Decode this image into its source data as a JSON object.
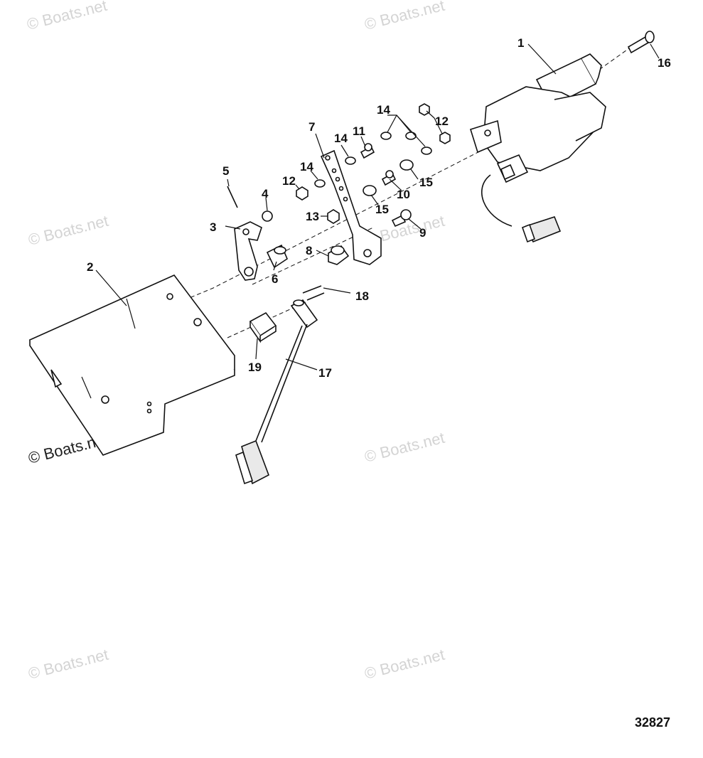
{
  "watermark_text": "© Boats.net",
  "figure_number": "32827",
  "callouts": {
    "c1": "1",
    "c2": "2",
    "c3": "3",
    "c4": "4",
    "c5": "5",
    "c6": "6",
    "c7": "7",
    "c8": "8",
    "c9": "9",
    "c10": "10",
    "c11": "11",
    "c12a": "12",
    "c12b": "12",
    "c13": "13",
    "c14a": "14",
    "c14b": "14",
    "c14c": "14",
    "c15a": "15",
    "c15b": "15",
    "c16": "16",
    "c17": "17",
    "c18": "18",
    "c19": "19"
  }
}
